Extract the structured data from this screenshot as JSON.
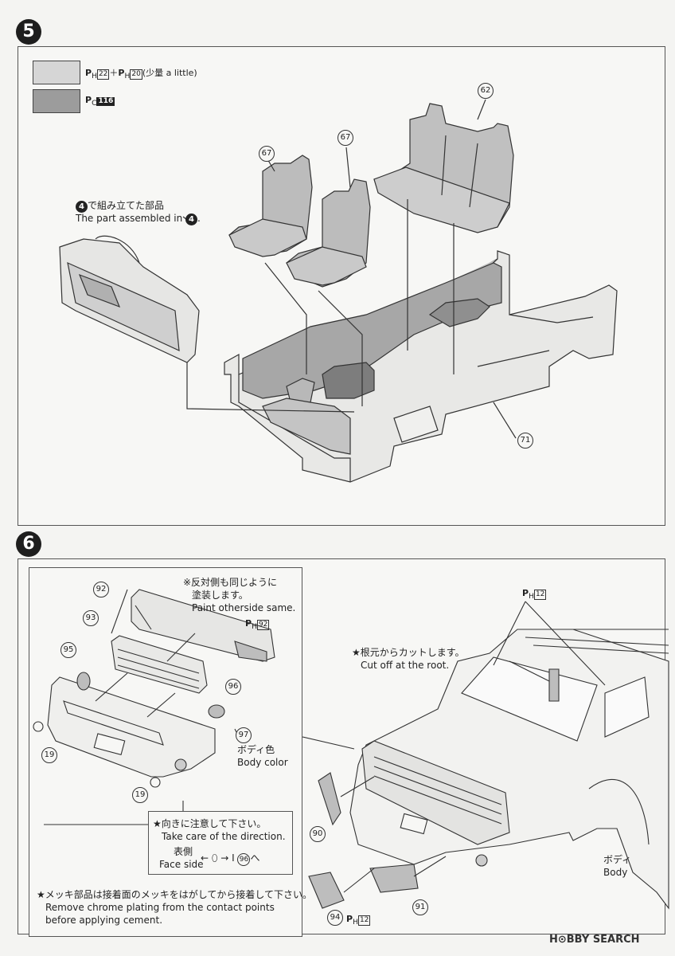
{
  "steps": {
    "five": "5",
    "six": "6"
  },
  "legend": {
    "light_code": "H",
    "light_a": "22",
    "light_plus": "＋",
    "light_b": "20",
    "light_note": "(少量 a little)",
    "dark_code": "C",
    "dark_num": "116",
    "light_color": "#d6d6d6",
    "dark_color": "#9c9c9c"
  },
  "step5": {
    "assembled_jp_suffix": "で組み立てた部品",
    "assembled_num": "4",
    "assembled_en": "The part assembled in",
    "assembled_en_suffix": ".",
    "parts": {
      "p62": "62",
      "p67a": "67",
      "p67b": "67",
      "p71": "71"
    }
  },
  "step6": {
    "paint_note_jp1": "※反対側も同じように",
    "paint_note_jp2": "塗装します。",
    "paint_note_en": "Paint otherside same.",
    "ph92_code": "H",
    "ph92_num": "92",
    "ph12_top_code": "H",
    "ph12_top_num": "12",
    "cut_jp": "★根元からカットします。",
    "cut_en": "Cut off at the root.",
    "body_color_jp": "ボディ色",
    "body_color_en": "Body color",
    "direction_jp": "★向きに注意して下さい。",
    "direction_en": "Take care of the direction.",
    "face_jp": "表側",
    "face_en": "Face side",
    "face_arrow": "← ⬯ → I",
    "face_num": "96",
    "face_suffix": "へ",
    "chrome_jp": "★メッキ部品は接着面のメッキをはがしてから接着して下さい。",
    "chrome_en1": "Remove chrome plating from the contact points",
    "chrome_en2": "before applying cement.",
    "body_jp": "ボディ",
    "body_en": "Body",
    "ph12_bottom_code": "H",
    "ph12_bottom_num": "12",
    "parts": {
      "p92": "92",
      "p93": "93",
      "p95": "95",
      "p96": "96",
      "p97": "97",
      "p19a": "19",
      "p19b": "19",
      "p90": "90",
      "p91": "91",
      "p94": "94"
    }
  },
  "watermark": {
    "brand": "H⊙BBY SEARCH"
  }
}
